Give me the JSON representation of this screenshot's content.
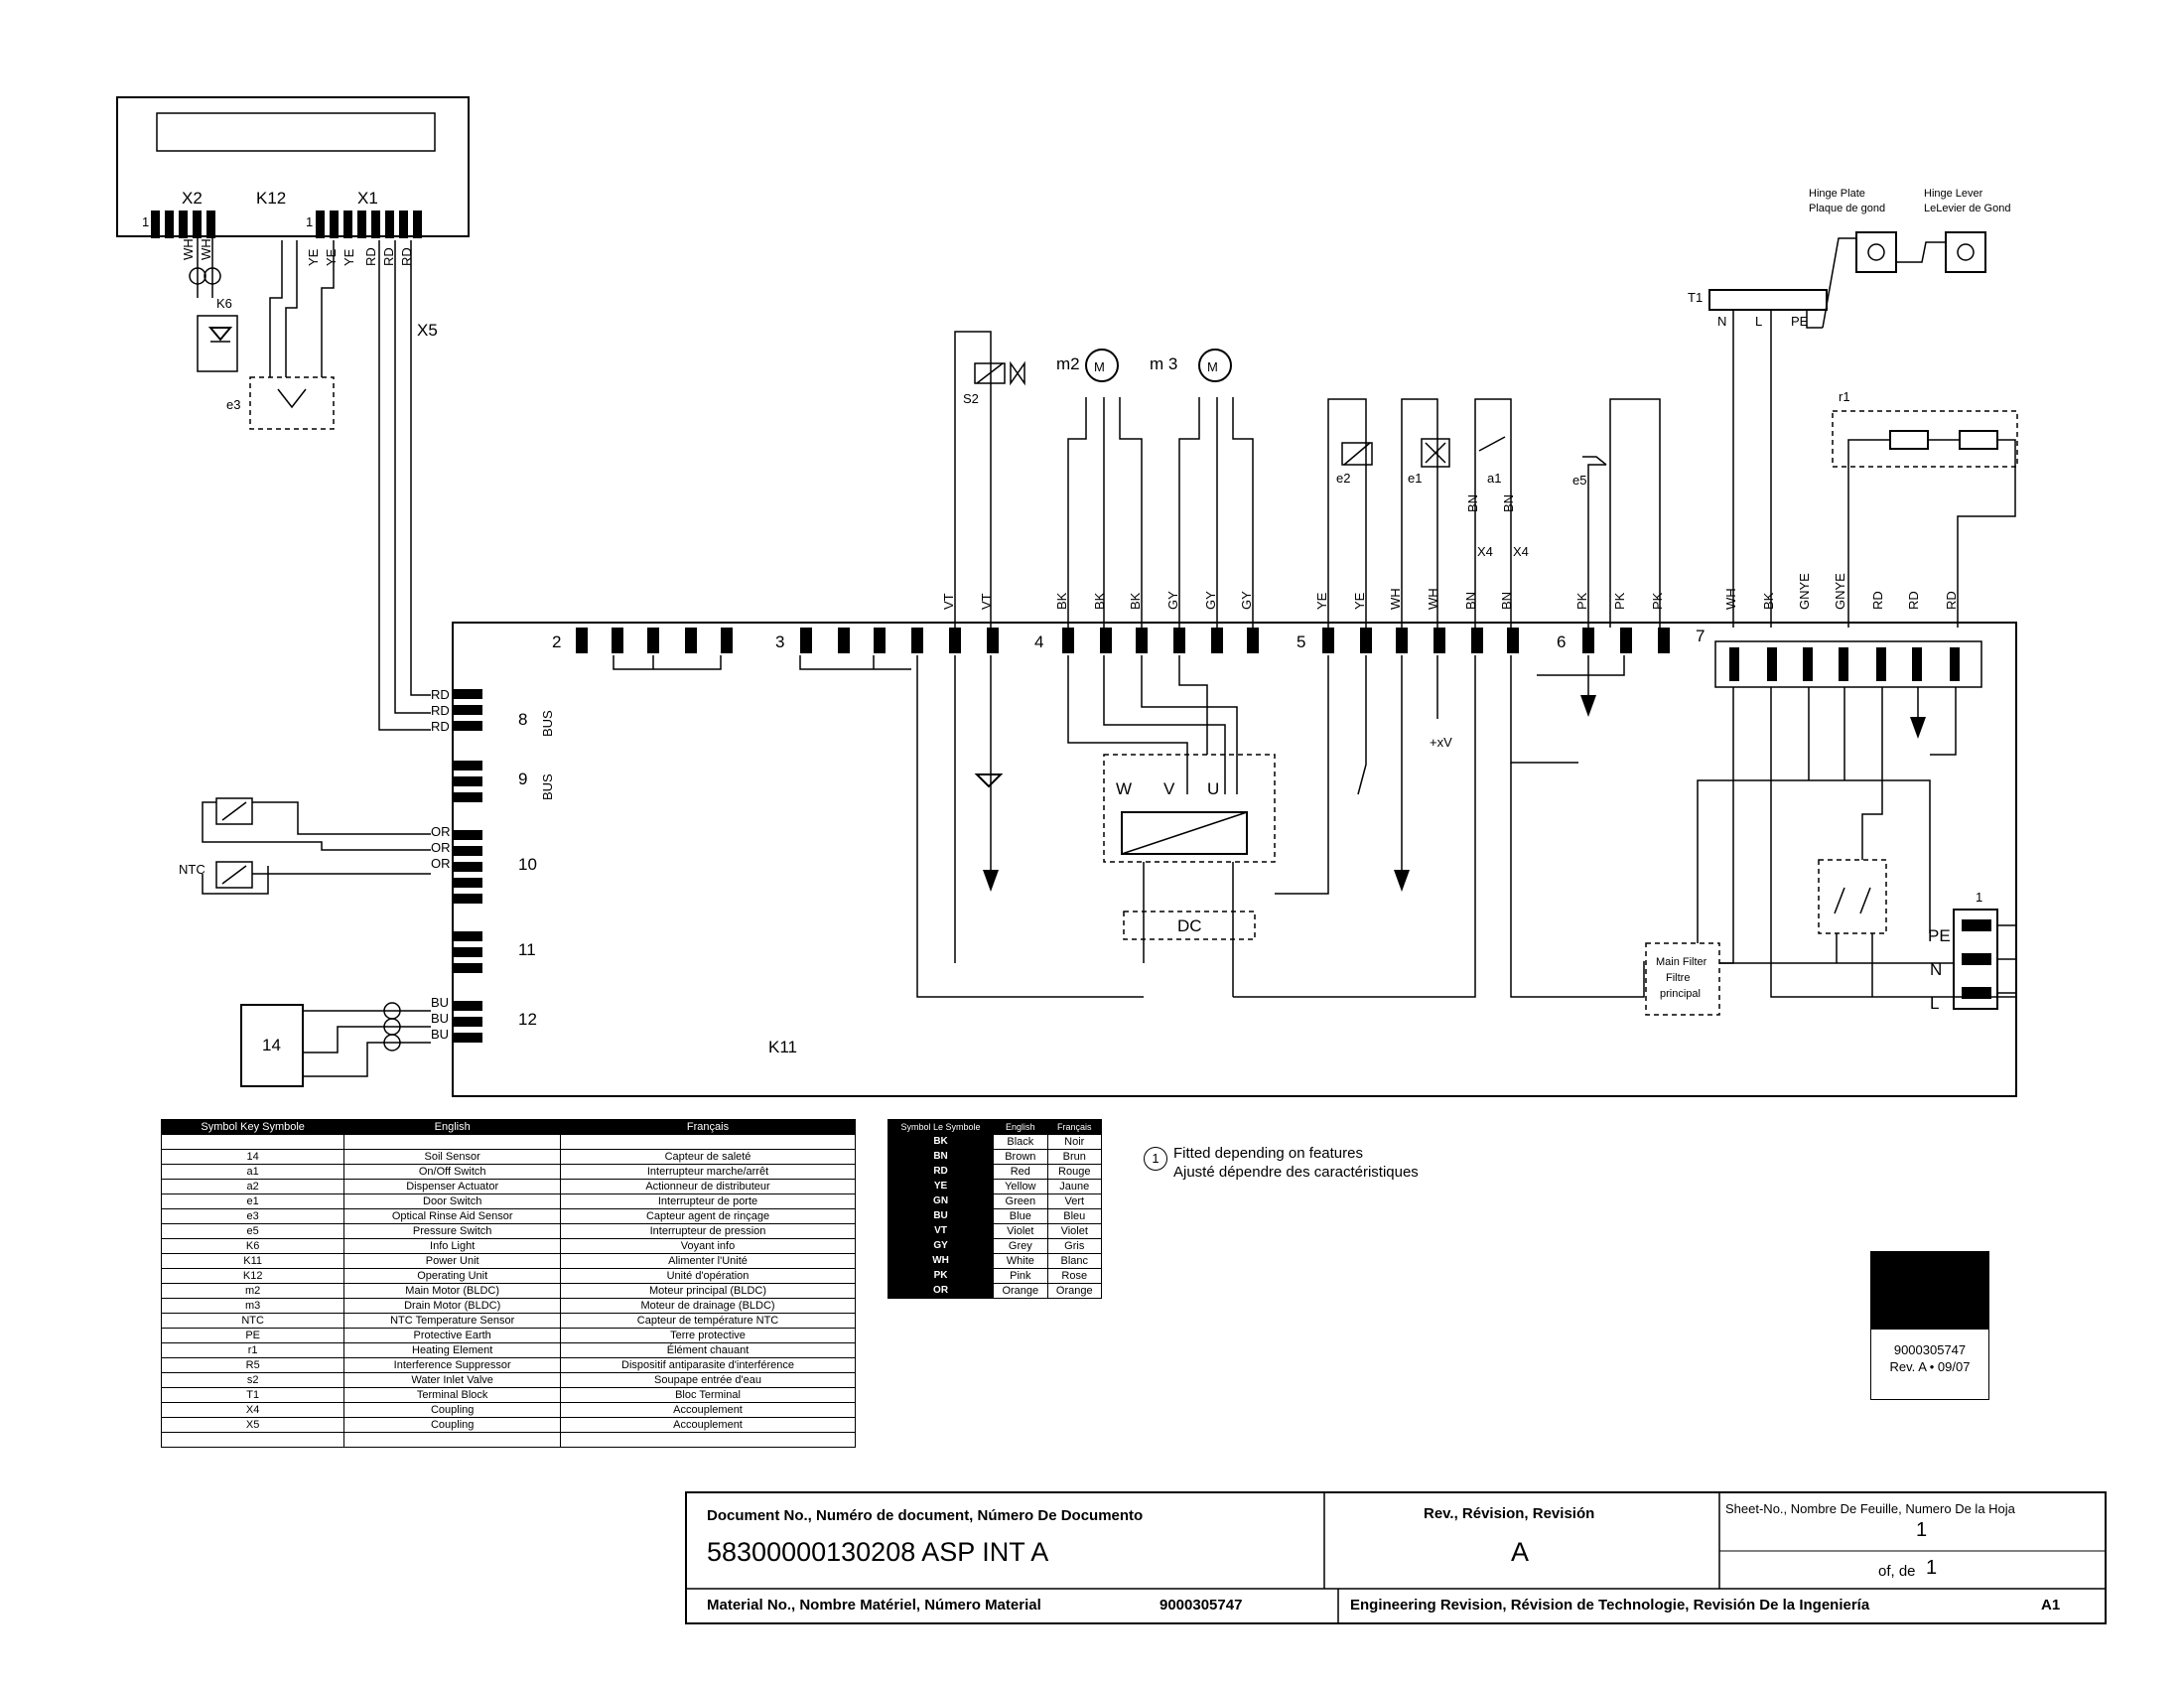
{
  "schematic": {
    "components": {
      "operating_unit": "K12",
      "x2": "X2",
      "x1": "X1",
      "x5": "X5",
      "k6": "K6",
      "e3": "e3",
      "s2": "S2",
      "m2": "m2",
      "m3": "m 3",
      "e2": "e2",
      "e1": "e1",
      "a1": "a1",
      "e5": "e5",
      "x4a": "X4",
      "x4b": "X4",
      "t1": "T1",
      "r1": "r1",
      "hinge_plate": "Hinge Plate",
      "hinge_plate_fr": "Plaque de gond",
      "hinge_lever": "Hinge Lever",
      "hinge_lever_fr": "LeLevier de Gond",
      "power_unit": "K11",
      "ntc": "NTC",
      "soil_sensor": "14",
      "dc": "DC",
      "xv": "+xV",
      "main_filter_1": "Main Filter",
      "main_filter_2": "Filtre",
      "main_filter_3": "principal",
      "pe": "PE",
      "n": "N",
      "l": "L",
      "t1_n": "N",
      "t1_l": "L",
      "t1_pe": "PE",
      "motor_w": "W",
      "motor_v": "V",
      "motor_u": "U"
    },
    "connector_numbers": [
      "2",
      "3",
      "4",
      "5",
      "6",
      "7"
    ],
    "side_connectors": [
      "8",
      "9",
      "10",
      "11",
      "12"
    ],
    "bus_label": "BUS",
    "top_wire_labels": [
      "VT",
      "VT",
      "BK",
      "BK",
      "BK",
      "GY",
      "GY",
      "GY",
      "YE",
      "YE",
      "WH",
      "WH",
      "BN",
      "BN",
      "PK",
      "PK",
      "PK",
      "WH",
      "BK",
      "GNYE",
      "GNYE",
      "RD",
      "RD",
      "RD"
    ],
    "x1_wire_labels": [
      "YE",
      "YE",
      "YE",
      "RD",
      "RD",
      "RD"
    ],
    "x2_wire_labels": [
      "WH",
      "WH"
    ],
    "side_wire_labels": [
      "RD",
      "RD",
      "RD",
      "OR",
      "OR",
      "OR",
      "BU",
      "BU",
      "BU"
    ],
    "a1_bn_labels": [
      "BN",
      "BN"
    ],
    "pin_one": "1"
  },
  "symbol_table": {
    "headers": [
      "Symbol Key   Symbole",
      "English",
      "Français"
    ],
    "rows": [
      [
        "14",
        "Soil Sensor",
        "Capteur de saleté"
      ],
      [
        "a1",
        "On/Off Switch",
        "Interrupteur marche/arrêt"
      ],
      [
        "a2",
        "Dispenser Actuator",
        "Actionneur de distributeur"
      ],
      [
        "e1",
        "Door Switch",
        "Interrupteur de porte"
      ],
      [
        "e3",
        "Optical Rinse Aid Sensor",
        "Capteur agent de rinçage"
      ],
      [
        "e5",
        "Pressure Switch",
        "Interrupteur de pression"
      ],
      [
        "K6",
        "Info Light",
        "Voyant info"
      ],
      [
        "K11",
        "Power Unit",
        "Alimenter l'Unité"
      ],
      [
        "K12",
        "Operating Unit",
        "Unité d'opération"
      ],
      [
        "m2",
        "Main Motor (BLDC)",
        "Moteur principal (BLDC)"
      ],
      [
        "m3",
        "Drain Motor (BLDC)",
        "Moteur de drainage (BLDC)"
      ],
      [
        "NTC",
        "NTC Temperature Sensor",
        "Capteur de température NTC"
      ],
      [
        "PE",
        "Protective Earth",
        "Terre protective"
      ],
      [
        "r1",
        "Heating Element",
        "Élément chauant"
      ],
      [
        "R5",
        "Interference Suppressor",
        "Dispositif antiparasite d'interférence"
      ],
      [
        "s2",
        "Water Inlet Valve",
        "Soupape entrée d'eau"
      ],
      [
        "T1",
        "Terminal Block",
        "Bloc Terminal"
      ],
      [
        "X4",
        "Coupling",
        "Accouplement"
      ],
      [
        "X5",
        "Coupling",
        "Accouplement"
      ]
    ]
  },
  "color_table": {
    "headers": [
      "Symbol Le Symbole",
      "English",
      "Français"
    ],
    "rows": [
      [
        "BK",
        "Black",
        "Noir"
      ],
      [
        "BN",
        "Brown",
        "Brun"
      ],
      [
        "RD",
        "Red",
        "Rouge"
      ],
      [
        "YE",
        "Yellow",
        "Jaune"
      ],
      [
        "GN",
        "Green",
        "Vert"
      ],
      [
        "BU",
        "Blue",
        "Bleu"
      ],
      [
        "VT",
        "Violet",
        "Violet"
      ],
      [
        "GY",
        "Grey",
        "Gris"
      ],
      [
        "WH",
        "White",
        "Blanc"
      ],
      [
        "PK",
        "Pink",
        "Rose"
      ],
      [
        "OR",
        "Orange",
        "Orange"
      ]
    ]
  },
  "note": {
    "marker": "1",
    "line1": "Fitted depending on features",
    "line2": "Ajusté dépendre des caractéristiques"
  },
  "stamp": {
    "number": "9000305747",
    "revision": "Rev. A • 09/07"
  },
  "title_block": {
    "doc_no_label": "Document No., Numéro de document, Número De Documento",
    "doc_no_value": "58300000130208 ASP INT A",
    "rev_label": "Rev., Révision, Revisión",
    "rev_value": "A",
    "sheet_label": "Sheet-No.,  Nombre De Feuille, Numero De la Hoja",
    "sheet_value": "1",
    "of_label": "of, de",
    "of_value": "1",
    "material_label": "Material No., Nombre Matériel, Número Material",
    "material_value": "9000305747",
    "eng_rev_label": "Engineering Revision, Révision de Technologie, Revisión De la Ingeniería",
    "eng_rev_value": "A1"
  }
}
